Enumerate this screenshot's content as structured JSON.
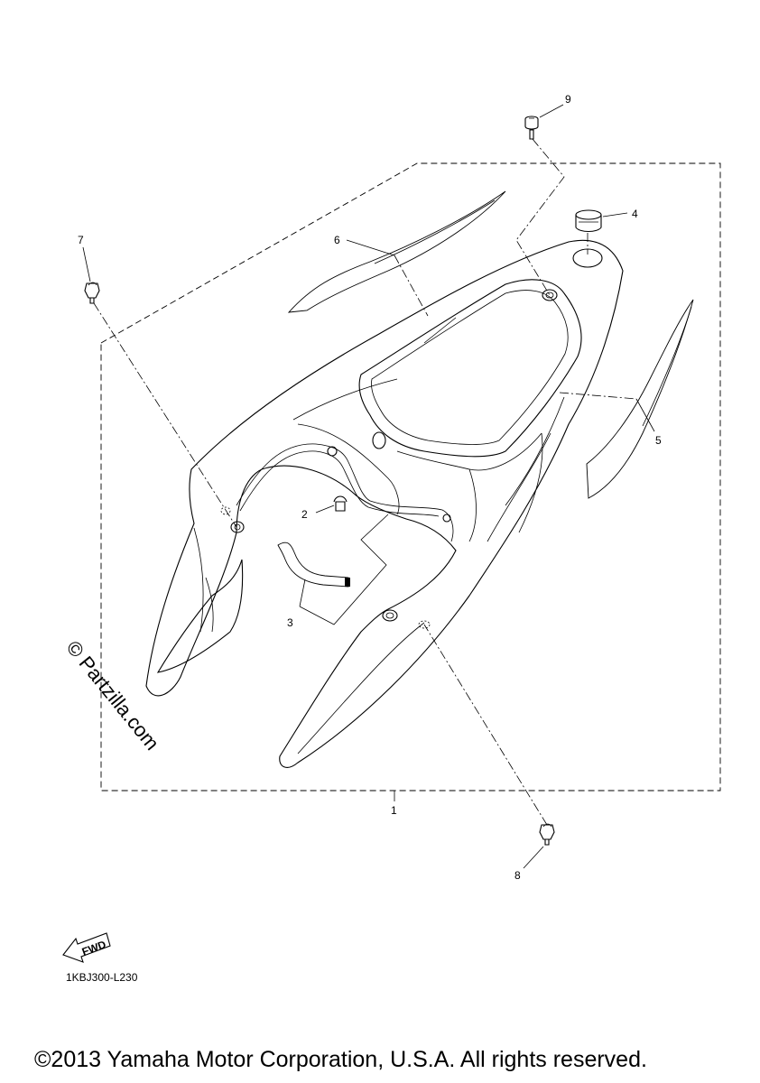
{
  "callouts": [
    {
      "id": "1",
      "label": "1"
    },
    {
      "id": "2",
      "label": "2"
    },
    {
      "id": "3",
      "label": "3"
    },
    {
      "id": "4",
      "label": "4"
    },
    {
      "id": "5",
      "label": "5"
    },
    {
      "id": "6",
      "label": "6"
    },
    {
      "id": "7",
      "label": "7"
    },
    {
      "id": "8",
      "label": "8"
    },
    {
      "id": "9",
      "label": "9"
    }
  ],
  "fwd_label": "FWD",
  "watermark": "© Partzilla.com",
  "diagram_code": "1KBJ300-L230",
  "copyright": "©2013 Yamaha Motor Corporation, U.S.A. All rights reserved."
}
